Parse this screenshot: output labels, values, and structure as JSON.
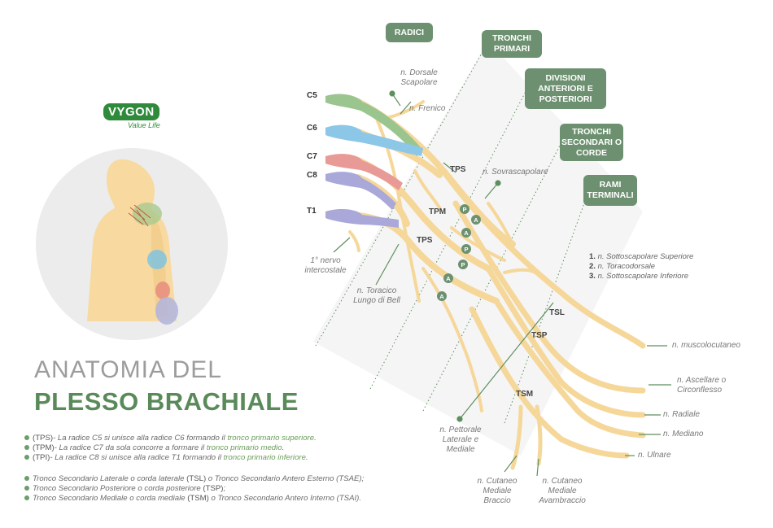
{
  "brand": {
    "logo": "VYGON",
    "tagline": "Value Life"
  },
  "title": {
    "line1": "ANATOMIA DEL",
    "line2": "PLESSO BRACHIALE"
  },
  "headers": {
    "radici": "RADICI",
    "tronchi_primari": "TRONCHI PRIMARI",
    "divisioni": "DIVISIONI ANTERIORI E POSTERIORI",
    "tronchi_secondari": "TRONCHI SECONDARI O CORDE",
    "rami_terminali": "RAMI TERMINALI"
  },
  "roots": [
    "C5",
    "C6",
    "C7",
    "C8",
    "T1"
  ],
  "trunks": {
    "tps1": "TPS",
    "tpm": "TPM",
    "tps2": "TPS",
    "tsl": "TSL",
    "tsp": "TSP",
    "tsm": "TSM"
  },
  "division_badges": [
    "P",
    "A",
    "A",
    "P",
    "P",
    "A",
    "A"
  ],
  "nerves": {
    "dorsale_scapolare": "n. Dorsale Scapolare",
    "frenico": "n. Frenico",
    "sovrascapolare": "n. Sovrascapolare",
    "primo_intercostale": "1° nervo intercostale",
    "toracico_lungo": "n. Toracico Lungo di Bell",
    "pettorale": "n. Pettorale Laterale e Mediale",
    "cutaneo_braccio": "n. Cutaneo Mediale Braccio",
    "cutaneo_avambraccio": "n. Cutaneo Mediale Avambraccio",
    "muscolocutaneo": "n. muscolocutaneo",
    "ascellare": "n. Ascellare o Circonflesso",
    "radiale": "n. Radiale",
    "mediano": "n. Mediano",
    "ulnare": "n. Ulnare"
  },
  "sub_branches": [
    {
      "num": "1.",
      "text": "n. Sottoscapolare Superiore"
    },
    {
      "num": "2.",
      "text": "n. Toracodorsale"
    },
    {
      "num": "3.",
      "text": "n. Sottoscapolare Inferiore"
    }
  ],
  "notes": {
    "tps": {
      "abbr": "(TPS)",
      "text": "- La radice C5 si unisce alla radice C6 formando il ",
      "highlight": "tronco primario superiore",
      "end": "."
    },
    "tpm": {
      "abbr": "(TPM)",
      "text": "- La radice C7 da sola concorre a formare il ",
      "highlight": "tronco primario medio",
      "end": "."
    },
    "tpi": {
      "abbr": "(TPI)",
      "text": "- La radice C8 si unisce alla radice T1 formando il ",
      "highlight": "tronco primario inferiore",
      "end": "."
    },
    "tsl": {
      "pre": "Tronco Secondario Laterale o corda laterale ",
      "abbr": "(TSL)",
      "post": " o Tronco Secondario Antero Esterno (TSAE);"
    },
    "tsp": {
      "pre": "Tronco Secondario Posteriore o corda posteriore ",
      "abbr": "(TSP)",
      "post": ";"
    },
    "tsm": {
      "pre": "Tronco Secondario Mediale o corda mediale ",
      "abbr": "(TSM)",
      "post": " o Tronco Secondario Antero Interno (TSAI)."
    }
  },
  "colors": {
    "nerve": "#f6d79a",
    "nerve_stroke": "#e8c27a",
    "c5": "#9bc58f",
    "c6": "#8cc7e8",
    "c7": "#e89a96",
    "c8": "#a9a8d8",
    "t1": "#a9a8d8",
    "header_box": "#6d9170",
    "accent_green": "#5a8a5a",
    "circle_bg": "#eeeeee",
    "body": "#f8d9a0"
  }
}
